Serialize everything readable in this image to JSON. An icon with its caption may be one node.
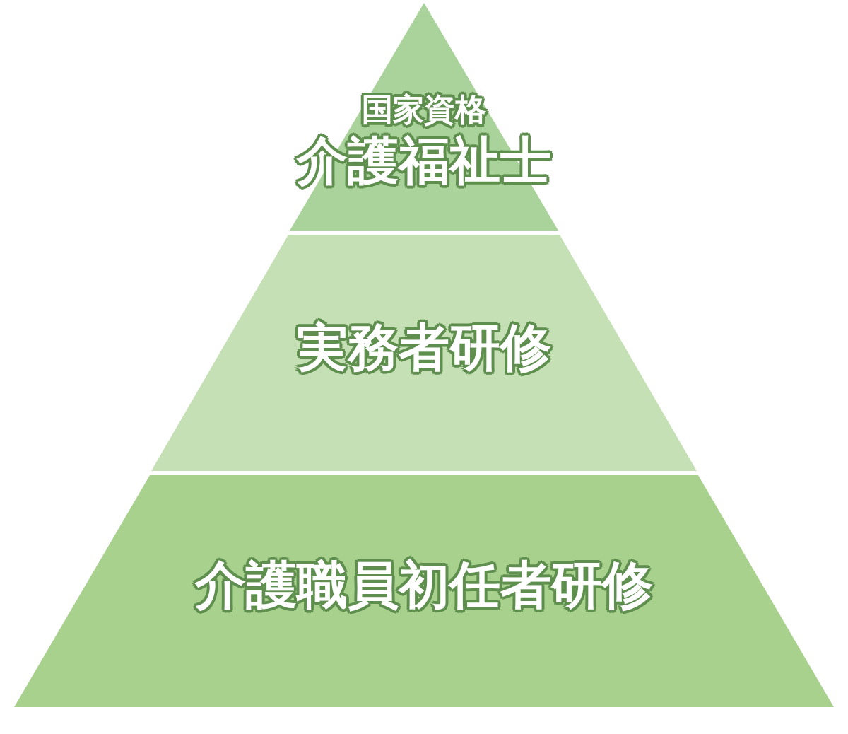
{
  "diagram": {
    "nodes": [
      {
        "text": [
          "国家資格",
          "介護福祉士"
        ]
      },
      {
        "text": [
          "実務者研修"
        ]
      },
      {
        "text": [
          "介護職員初任者研修"
        ]
      }
    ]
  }
}
